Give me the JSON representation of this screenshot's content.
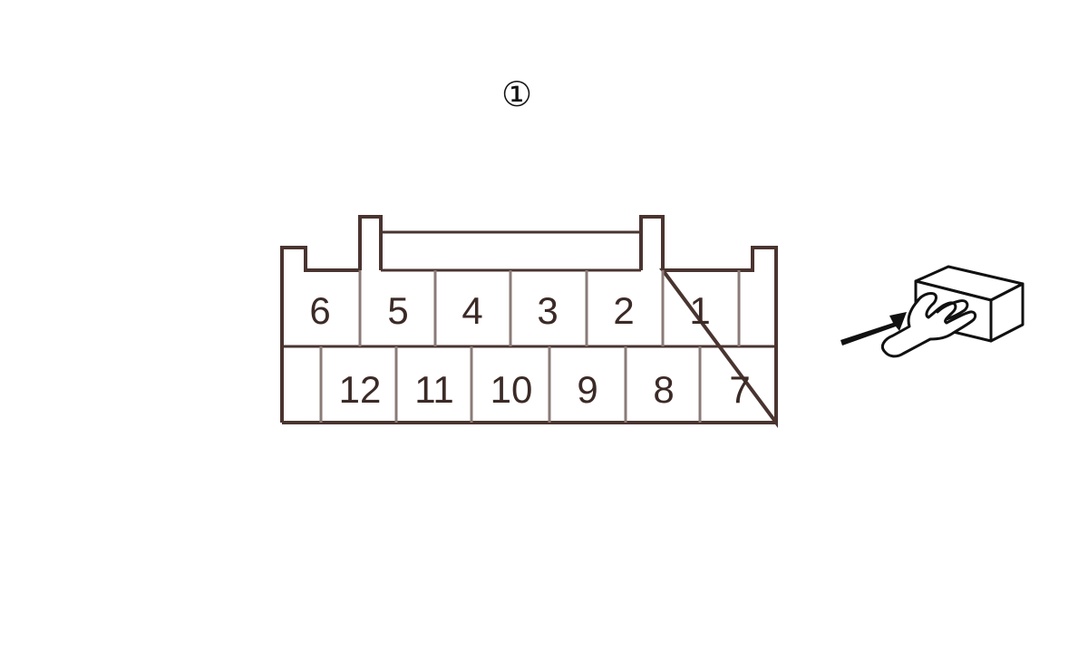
{
  "callout": "①",
  "connector": {
    "top_row": [
      "6",
      "5",
      "4",
      "3",
      "2",
      "1"
    ],
    "bottom_row": [
      "12",
      "11",
      "10",
      "9",
      "8",
      "7"
    ]
  },
  "colors": {
    "outline": "#4a3430",
    "divider": "#8a7b77",
    "text": "#3b2a26"
  },
  "icons": {
    "view_indicator": "hand-holding-connector-with-arrow-icon"
  }
}
